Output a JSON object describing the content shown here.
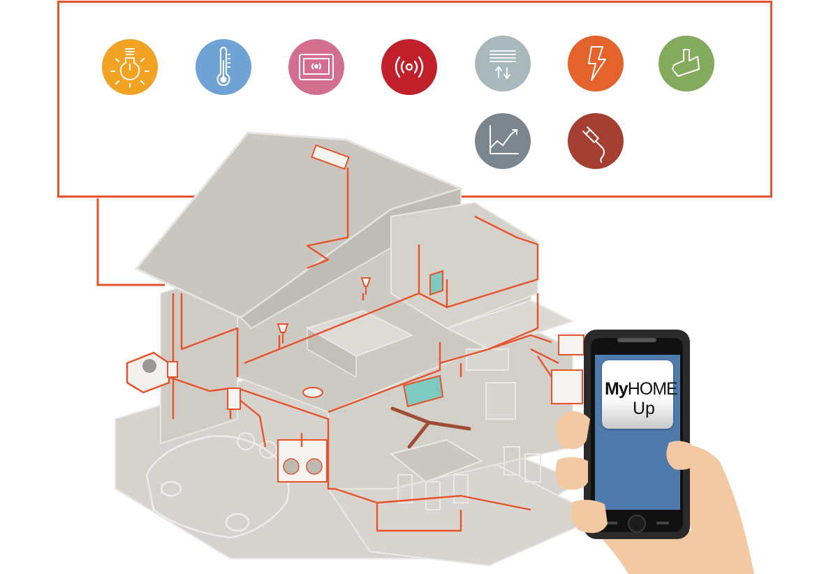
{
  "features": [
    {
      "name": "lighting",
      "icon": "lightbulb-icon",
      "color": "#f2a324"
    },
    {
      "name": "temperature",
      "icon": "thermometer-icon",
      "color": "#6fa3d6"
    },
    {
      "name": "scenario-control",
      "icon": "touchscreen-icon",
      "color": "#d26f8e"
    },
    {
      "name": "alarm",
      "icon": "alarm-signal-icon",
      "color": "#c0202a"
    },
    {
      "name": "shutters",
      "icon": "shutter-icon",
      "color": "#a8b8bc"
    },
    {
      "name": "energy",
      "icon": "lightning-icon",
      "color": "#e4622b"
    },
    {
      "name": "irrigation",
      "icon": "watering-icon",
      "color": "#84aa5e"
    },
    {
      "name": "consumption",
      "icon": "chart-icon",
      "color": "#7a858e"
    },
    {
      "name": "load-control",
      "icon": "plug-icon",
      "color": "#a43f32"
    }
  ],
  "colors": {
    "accent": "#e8522a",
    "house": "#cfccc6",
    "phone_screen": "#4f7bac"
  },
  "app": {
    "brand_bold": "My",
    "brand_rest": "HOME",
    "brand_line2": "Up"
  }
}
